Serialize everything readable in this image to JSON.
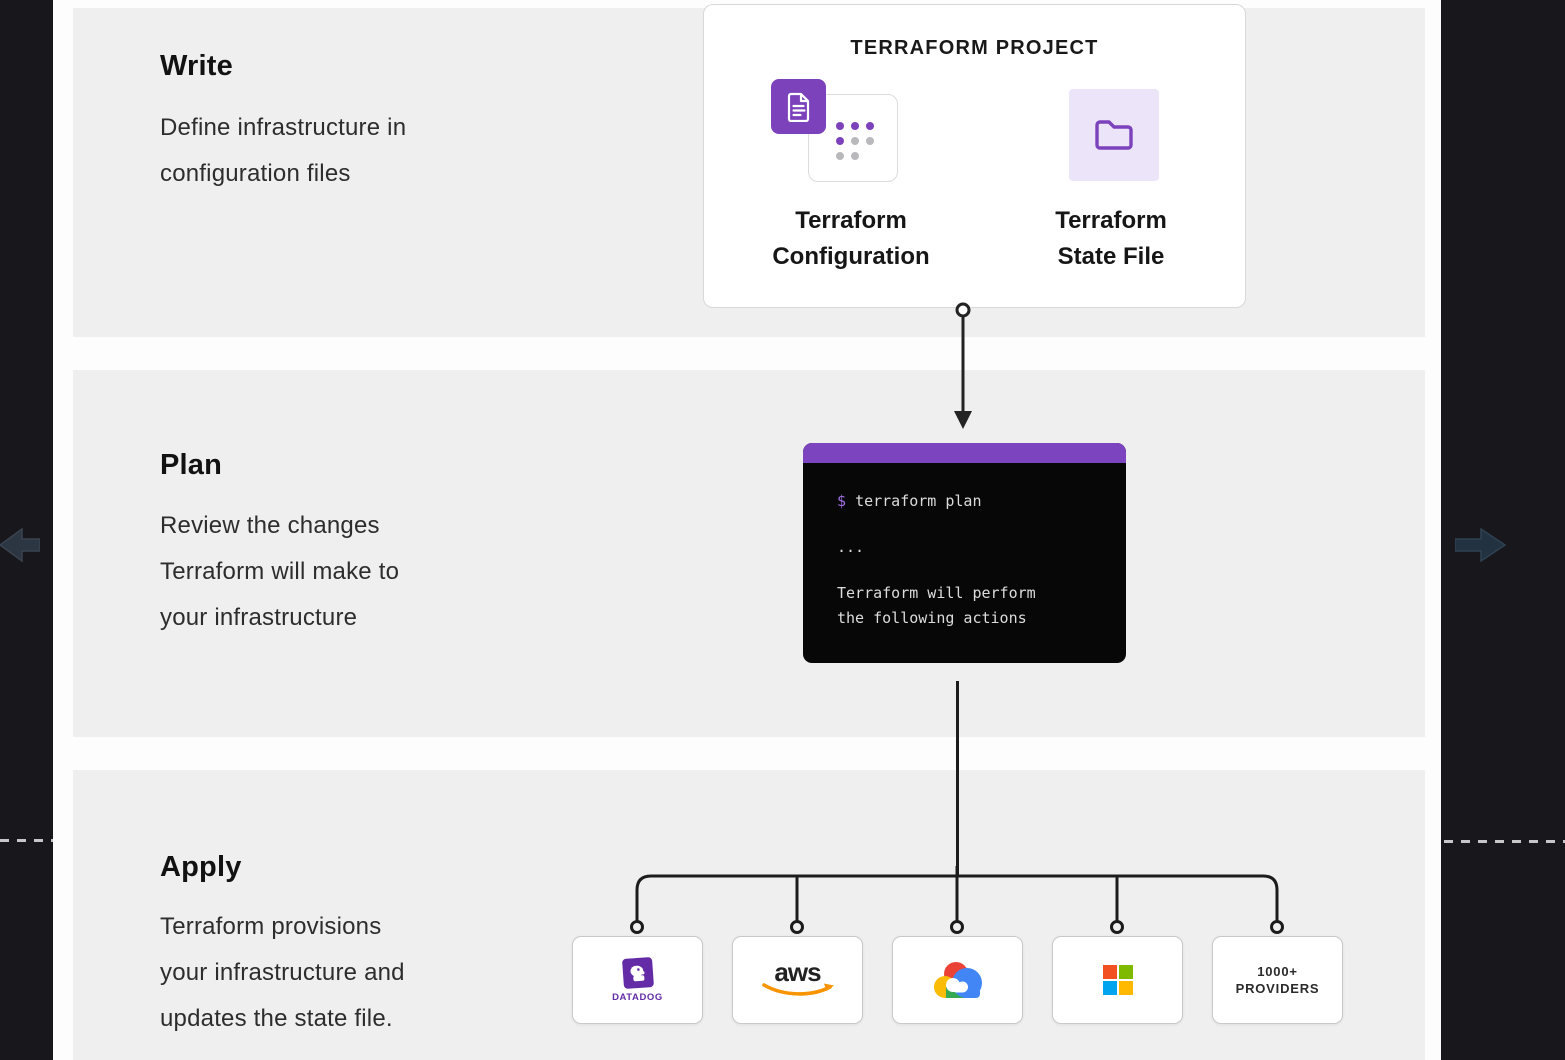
{
  "stage_sections": [
    {
      "title": "Write",
      "description_lines": [
        "Define infrastructure in",
        "configuration files"
      ]
    },
    {
      "title": "Plan",
      "description_lines": [
        "Review the changes",
        "Terraform will make to",
        "your infrastructure"
      ]
    },
    {
      "title": "Apply",
      "description_lines": [
        "Terraform provisions",
        "your infrastructure and",
        "updates the state file."
      ]
    }
  ],
  "project_card": {
    "title": "TERRAFORM PROJECT",
    "configuration": {
      "label_lines": [
        "Terraform",
        "Configuration"
      ]
    },
    "state_file": {
      "label_lines": [
        "Terraform",
        "State File"
      ]
    }
  },
  "terminal": {
    "prompt": "$",
    "command": "terraform plan",
    "ellipsis": "...",
    "output_lines": [
      "Terraform will perform",
      "the following actions"
    ]
  },
  "providers": {
    "datadog_label": "DATADOG",
    "aws_label": "aws",
    "more_label_lines": [
      "1000+",
      "PROVIDERS"
    ]
  },
  "icons": [
    "document-icon",
    "dots-grid-icon",
    "folder-icon",
    "down-arrow",
    "branch-connector",
    "datadog-logo-icon",
    "aws-logo-icon",
    "google-cloud-logo-icon",
    "microsoft-logo-icon",
    "prev-slide-arrow-icon",
    "next-slide-arrow-icon"
  ],
  "colors": {
    "accent_purple": "#7b42bc",
    "terminal_header_purple": "#7d44bf",
    "terminal_prompt_purple": "#9e6fe0",
    "state_icon_lavender": "#ece4f8",
    "panel_gray": "#efeff0",
    "side_rail_dark": "#18171c",
    "connector_black": "#1c1c1c",
    "datadog_purple": "#632ca6",
    "aws_orange": "#f79400",
    "google_blue": "#4285f4",
    "google_red": "#ea4335",
    "google_yellow": "#fbbc05",
    "google_green": "#34a853",
    "microsoft_red": "#f25022",
    "microsoft_green": "#7fba00",
    "microsoft_blue": "#00a4ef",
    "microsoft_yellow": "#ffb900"
  }
}
